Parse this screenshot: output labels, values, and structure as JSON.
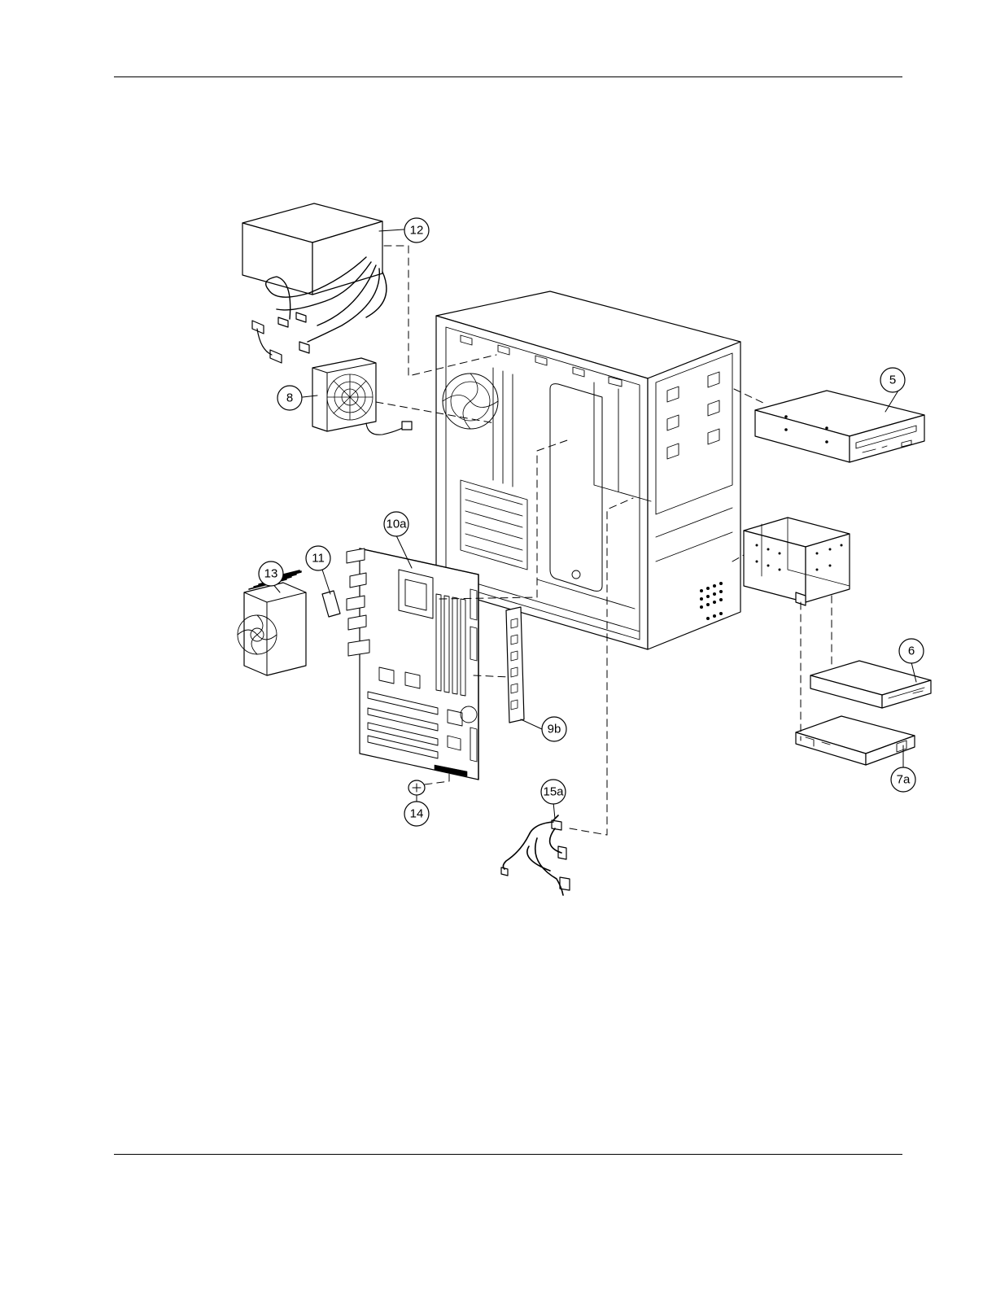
{
  "page": {
    "background": "#ffffff",
    "ink": "#000000"
  },
  "callouts": [
    {
      "id": "12",
      "label": "12",
      "part": "power-supply"
    },
    {
      "id": "8",
      "label": "8",
      "part": "system-fan"
    },
    {
      "id": "5",
      "label": "5",
      "part": "optical-drive"
    },
    {
      "id": "10a",
      "label": "10a",
      "part": "system-board"
    },
    {
      "id": "11",
      "label": "11",
      "part": "thermal-pad"
    },
    {
      "id": "13",
      "label": "13",
      "part": "processor-heatsink"
    },
    {
      "id": "6",
      "label": "6",
      "part": "diskette-drive"
    },
    {
      "id": "9b",
      "label": "9b",
      "part": "memory-module"
    },
    {
      "id": "7a",
      "label": "7a",
      "part": "hard-drive"
    },
    {
      "id": "15a",
      "label": "15a",
      "part": "cable-assembly"
    },
    {
      "id": "14",
      "label": "14",
      "part": "battery"
    }
  ]
}
